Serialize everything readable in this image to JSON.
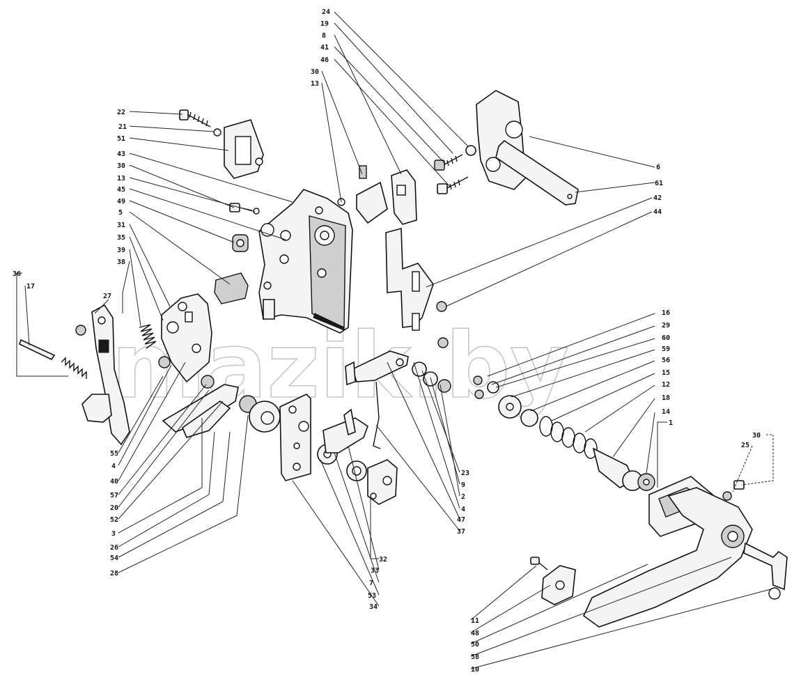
{
  "watermark": "mazik.by",
  "callouts": {
    "c24": "24",
    "c19": "19",
    "c8": "8",
    "c41": "41",
    "c46": "46",
    "c30a": "30",
    "c13a": "13",
    "c22": "22",
    "c21": "21",
    "c51": "51",
    "c43": "43",
    "c30b": "30",
    "c13b": "13",
    "c45": "45",
    "c49": "49",
    "c5": "5",
    "c31": "31",
    "c35": "35",
    "c39": "39",
    "c38": "38",
    "c36": "36",
    "c17": "17",
    "c27": "27",
    "c55": "55",
    "c4a": "4",
    "c40": "40",
    "c57": "57",
    "c20": "20",
    "c52": "52",
    "c3": "3",
    "c26": "26",
    "c54": "54",
    "c28": "28",
    "c6": "6",
    "c61": "61",
    "c42": "42",
    "c44": "44",
    "c16": "16",
    "c29": "29",
    "c60": "60",
    "c59": "59",
    "c56": "56",
    "c15": "15",
    "c12": "12",
    "c18": "18",
    "c14": "14",
    "c1": "1",
    "c23": "23",
    "c9": "9",
    "c2": "2",
    "c4b": "4",
    "c47": "47",
    "c37": "37",
    "c32": "32",
    "c33": "33",
    "c7": "7",
    "c53": "53",
    "c34": "34",
    "c30c": "30",
    "c25": "25",
    "c11": "11",
    "c48": "48",
    "c50": "50",
    "c58": "58",
    "c10": "10"
  }
}
